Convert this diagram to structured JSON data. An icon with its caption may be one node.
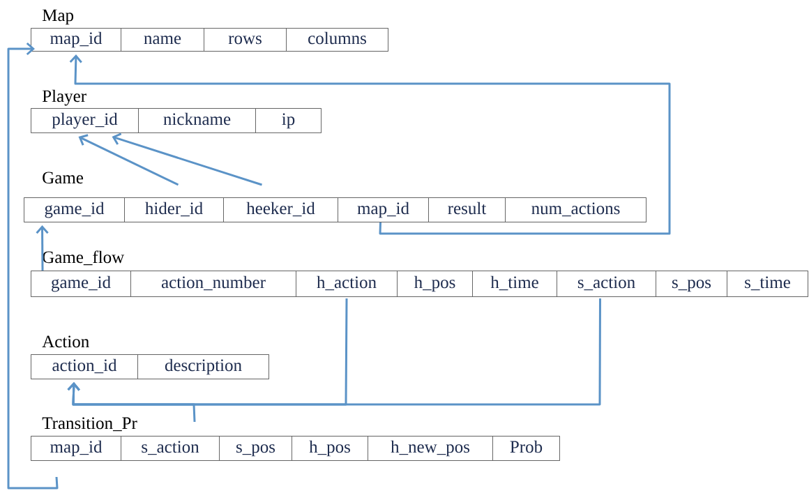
{
  "diagram": {
    "nodes": [
      {
        "text": [
          "Map"
        ]
      },
      {
        "text": [
          "map_id"
        ],
        "in": 0
      },
      {
        "text": [
          "name"
        ],
        "in": 0
      },
      {
        "text": [
          "rows"
        ],
        "in": 0
      },
      {
        "text": [
          "columns"
        ],
        "in": 0
      },
      {
        "text": [
          "Player"
        ]
      },
      {
        "text": [
          "player_id"
        ],
        "in": 5
      },
      {
        "text": [
          "nickname"
        ],
        "in": 5
      },
      {
        "text": [
          "ip"
        ],
        "in": 5
      },
      {
        "text": [
          "Game"
        ]
      },
      {
        "text": [
          "game_id"
        ],
        "in": 9
      },
      {
        "text": [
          "hider_id"
        ],
        "in": 9
      },
      {
        "text": [
          "heeker_id"
        ],
        "in": 9
      },
      {
        "text": [
          "map_id"
        ],
        "in": 9
      },
      {
        "text": [
          "result"
        ],
        "in": 9
      },
      {
        "text": [
          "num_actions"
        ],
        "in": 9
      },
      {
        "text": [
          "Game_flow"
        ]
      },
      {
        "text": [
          "game_id"
        ],
        "in": 16
      },
      {
        "text": [
          "action_number"
        ],
        "in": 16
      },
      {
        "text": [
          "h_action"
        ],
        "in": 16
      },
      {
        "text": [
          "h_pos"
        ],
        "in": 16
      },
      {
        "text": [
          "h_time"
        ],
        "in": 16
      },
      {
        "text": [
          "s_action"
        ],
        "in": 16
      },
      {
        "text": [
          "s_pos"
        ],
        "in": 16
      },
      {
        "text": [
          "s_time"
        ],
        "in": 16
      },
      {
        "text": [
          "Action"
        ]
      },
      {
        "text": [
          "action_id"
        ],
        "in": 25
      },
      {
        "text": [
          "description"
        ],
        "in": 25
      },
      {
        "text": [
          "Transition_Pr"
        ]
      },
      {
        "text": [
          "map_id"
        ],
        "in": 28
      },
      {
        "text": [
          "s_action"
        ],
        "in": 28
      },
      {
        "text": [
          "s_pos"
        ],
        "in": 28
      },
      {
        "text": [
          "h_pos"
        ],
        "in": 28
      },
      {
        "text": [
          "h_new_pos"
        ],
        "in": 28
      },
      {
        "text": [
          "Prob"
        ],
        "in": 28
      }
    ],
    "edges": [
      {
        "from": 11,
        "to": 6,
        "arrow": "to"
      },
      {
        "from": 12,
        "to": 6,
        "arrow": "to"
      },
      {
        "from": 13,
        "to": 1,
        "arrow": "to"
      },
      {
        "from": 17,
        "to": 10,
        "arrow": "to"
      },
      {
        "from": 19,
        "to": 26,
        "arrow": "to"
      },
      {
        "from": 22,
        "to": 26,
        "arrow": "to"
      },
      {
        "from": 30,
        "to": 26,
        "arrow": "to"
      },
      {
        "from": 29,
        "to": 1,
        "arrow": "to"
      }
    ]
  }
}
